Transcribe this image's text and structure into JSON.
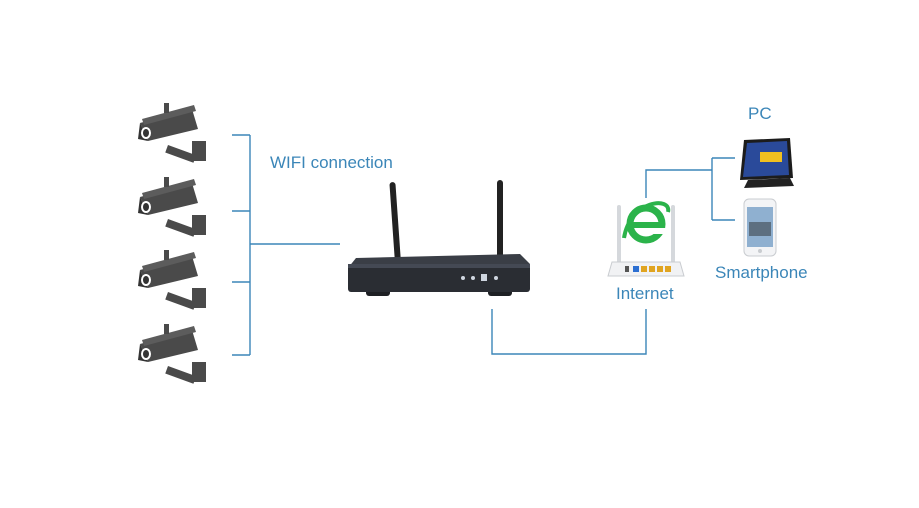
{
  "labels": {
    "wifi": "WIFI connection",
    "pc": "PC",
    "internet": "Internet",
    "smartphone": "Smartphone"
  },
  "colors": {
    "connector": "#3b86b8",
    "camera": "#4a4a4a",
    "nvr": "#2a2d33",
    "ie_logo": "#2bb34a",
    "label": "#3b86b8"
  },
  "icons": [
    "camera-icon",
    "nvr-icon",
    "router-icon",
    "internet-explorer-icon",
    "monitor-icon",
    "smartphone-icon"
  ]
}
